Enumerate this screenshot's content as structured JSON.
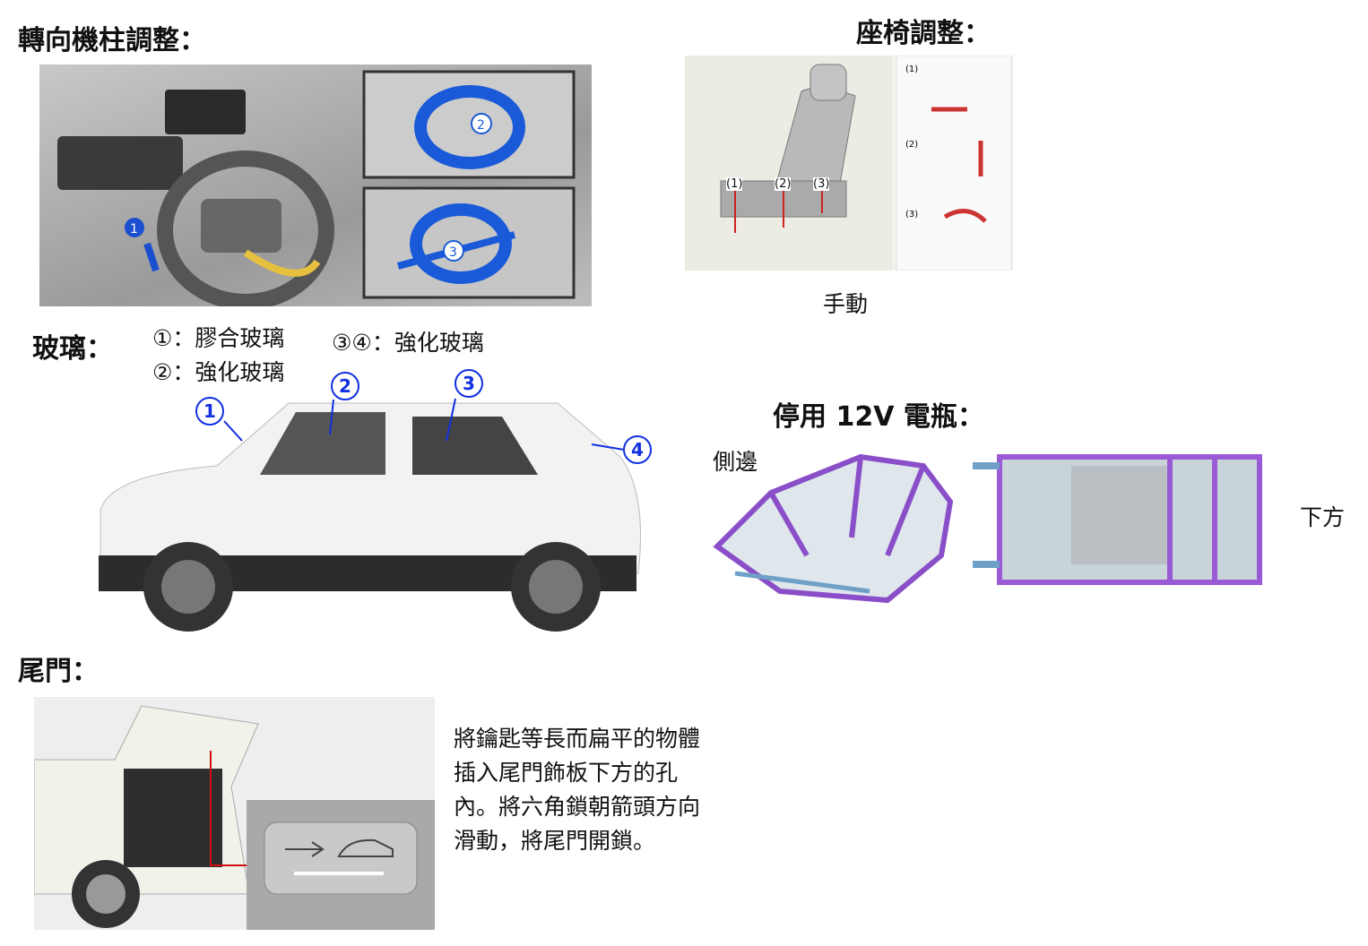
{
  "steering": {
    "title": "轉向機柱調整："
  },
  "seat": {
    "title": "座椅調整：",
    "caption": "手動",
    "labels": [
      "(1)",
      "(2)",
      "(3)"
    ]
  },
  "glass": {
    "title": "玻璃：",
    "legend": [
      "①：膠合玻璃",
      "②：強化玻璃",
      "③④：強化玻璃"
    ],
    "callouts": [
      "1",
      "2",
      "3",
      "4"
    ]
  },
  "battery": {
    "title": "停用 12V 電瓶：",
    "side_label": "側邊",
    "bottom_label": "下方"
  },
  "tailgate": {
    "title": "尾門：",
    "instructions": [
      "將鑰匙等長而扁平的物體",
      "插入尾門飾板下方的孔",
      "內。將六角鎖朝箭頭方向",
      "滑動，將尾門開鎖。"
    ]
  }
}
